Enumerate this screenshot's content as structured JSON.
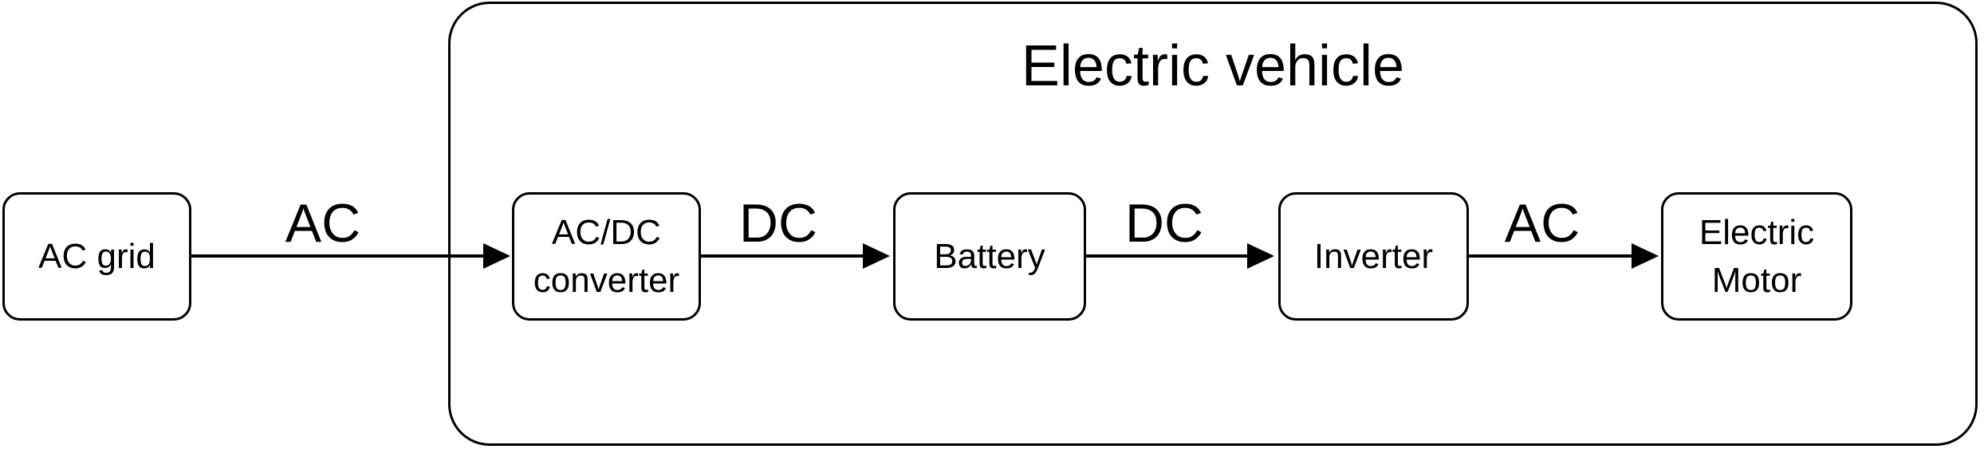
{
  "diagram": {
    "group_title": "Electric vehicle",
    "nodes": [
      {
        "id": "ac-grid",
        "label": "AC grid"
      },
      {
        "id": "acdc-converter",
        "label": "AC/DC converter"
      },
      {
        "id": "battery",
        "label": "Battery"
      },
      {
        "id": "inverter",
        "label": "Inverter"
      },
      {
        "id": "electric-motor",
        "label": "Electric Motor"
      }
    ],
    "edges": [
      {
        "from": "ac-grid",
        "to": "acdc-converter",
        "label": "AC"
      },
      {
        "from": "acdc-converter",
        "to": "battery",
        "label": "DC"
      },
      {
        "from": "battery",
        "to": "inverter",
        "label": "DC"
      },
      {
        "from": "inverter",
        "to": "electric-motor",
        "label": "AC"
      }
    ],
    "colors": {
      "stroke": "#000000",
      "background": "#ffffff",
      "text": "#000000"
    }
  }
}
